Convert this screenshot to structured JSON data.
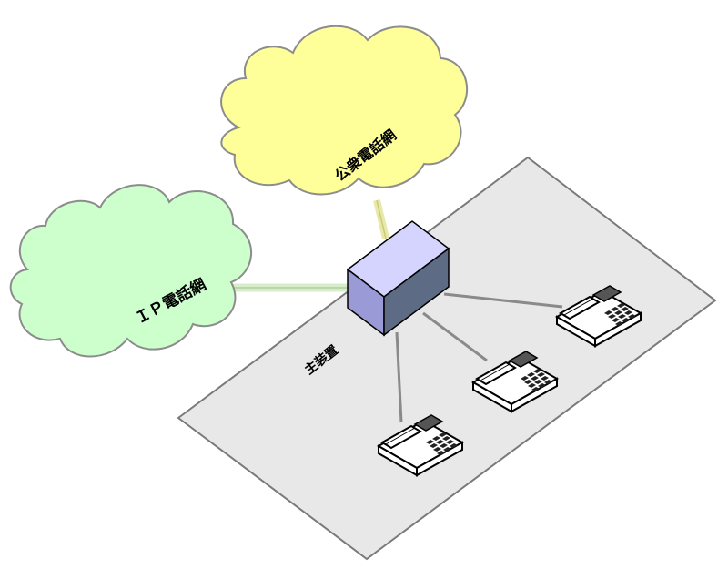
{
  "labels": {
    "public_network": "公衆電話網",
    "ip_network": "ＩＰ電話網",
    "main_unit": "主装置"
  },
  "colors": {
    "public_cloud_fill": "#ffff99",
    "ip_cloud_fill": "#ccffcc",
    "floor_fill": "#e8e8e8",
    "box_top": "#d4d4ff",
    "box_front": "#9a9ad6",
    "box_side": "#5d6b84",
    "link_line": "#888888",
    "cloud_link": "#d9e8b8"
  },
  "icons": [
    "cloud-icon",
    "cloud-icon",
    "pbx-box-icon",
    "telephone-icon",
    "telephone-icon",
    "telephone-icon"
  ]
}
